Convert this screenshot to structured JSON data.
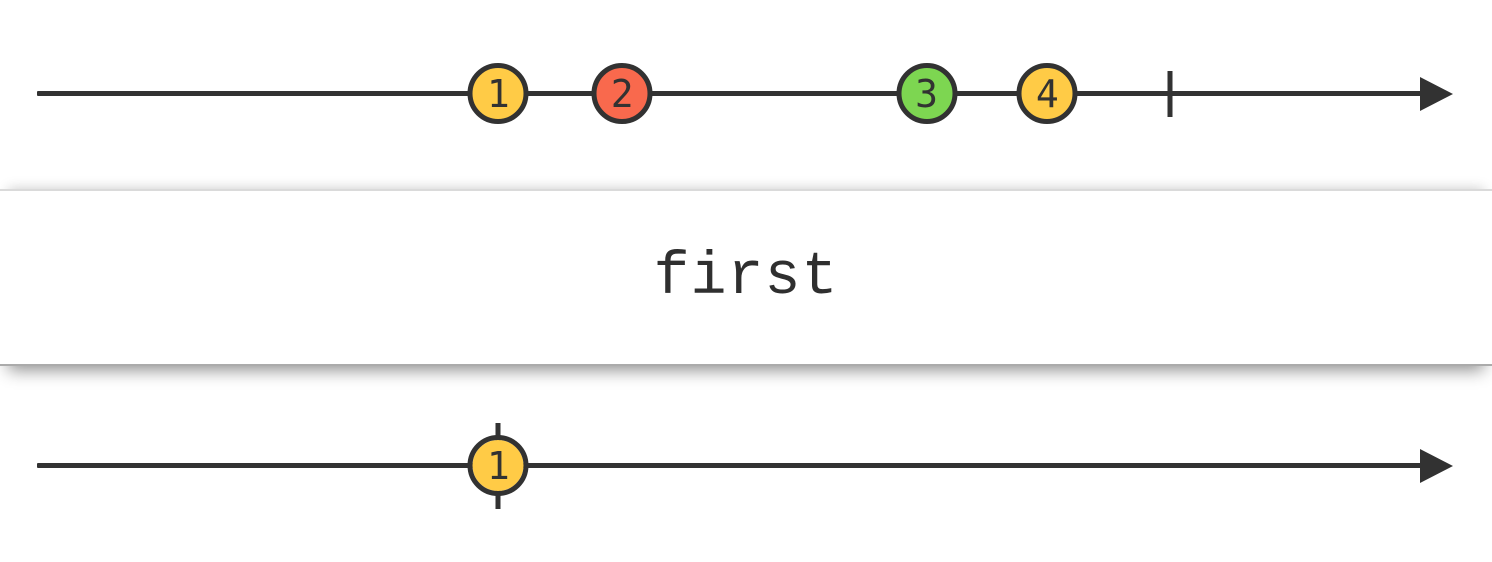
{
  "colors": {
    "stroke": "#323232",
    "background": "#ffffff",
    "marble_yellow": "#ffcb46",
    "marble_red": "#f9694d",
    "marble_green": "#7dd651",
    "operator_border_top": "#dadada",
    "operator_border_bottom": "#ababab"
  },
  "input_timeline": {
    "marbles": [
      {
        "label": "1",
        "color": "#ffcb46",
        "x_pct": 33.4
      },
      {
        "label": "2",
        "color": "#f9694d",
        "x_pct": 41.7
      },
      {
        "label": "3",
        "color": "#7dd651",
        "x_pct": 62.1
      },
      {
        "label": "4",
        "color": "#ffcb46",
        "x_pct": 70.2
      }
    ],
    "complete": {
      "x_pct": 78.4
    }
  },
  "operator": {
    "label": "first"
  },
  "output_timeline": {
    "marbles": [
      {
        "label": "1",
        "color": "#ffcb46",
        "x_pct": 33.4
      }
    ],
    "complete": {
      "x_pct": 33.4
    }
  }
}
